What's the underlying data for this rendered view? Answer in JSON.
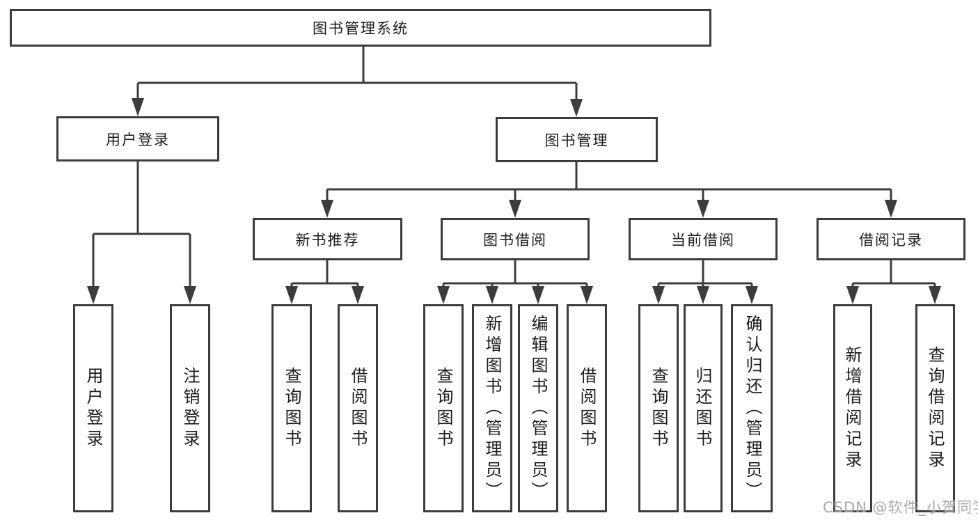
{
  "tree": {
    "root": {
      "label": "图书管理系统"
    },
    "branches": [
      {
        "label": "用户登录",
        "children": [
          {
            "label": "用户登录"
          },
          {
            "label": "注销登录"
          }
        ]
      },
      {
        "label": "图书管理",
        "children": [
          {
            "label": "新书推荐",
            "children": [
              {
                "label": "查询图书"
              },
              {
                "label": "借阅图书"
              }
            ]
          },
          {
            "label": "图书借阅",
            "children": [
              {
                "label": "查询图书"
              },
              {
                "label": "新增图书（管理员）"
              },
              {
                "label": "编辑图书（管理员）"
              },
              {
                "label": "借阅图书"
              }
            ]
          },
          {
            "label": "当前借阅",
            "children": [
              {
                "label": "查询图书"
              },
              {
                "label": "归还图书"
              },
              {
                "label": "确认归还（管理员）"
              }
            ]
          },
          {
            "label": "借阅记录",
            "children": [
              {
                "label": "新增借阅记录"
              },
              {
                "label": "查询借阅记录"
              }
            ]
          }
        ]
      }
    ]
  },
  "watermark": "CSDN @软件_小贺同学",
  "colors": {
    "line": "#3c3c3c",
    "box_border": "#3c3c3c",
    "box_background": "#ffffff",
    "text": "#1c1c1c",
    "watermark": "#9e9e9e",
    "page_background": "#ffffff"
  }
}
